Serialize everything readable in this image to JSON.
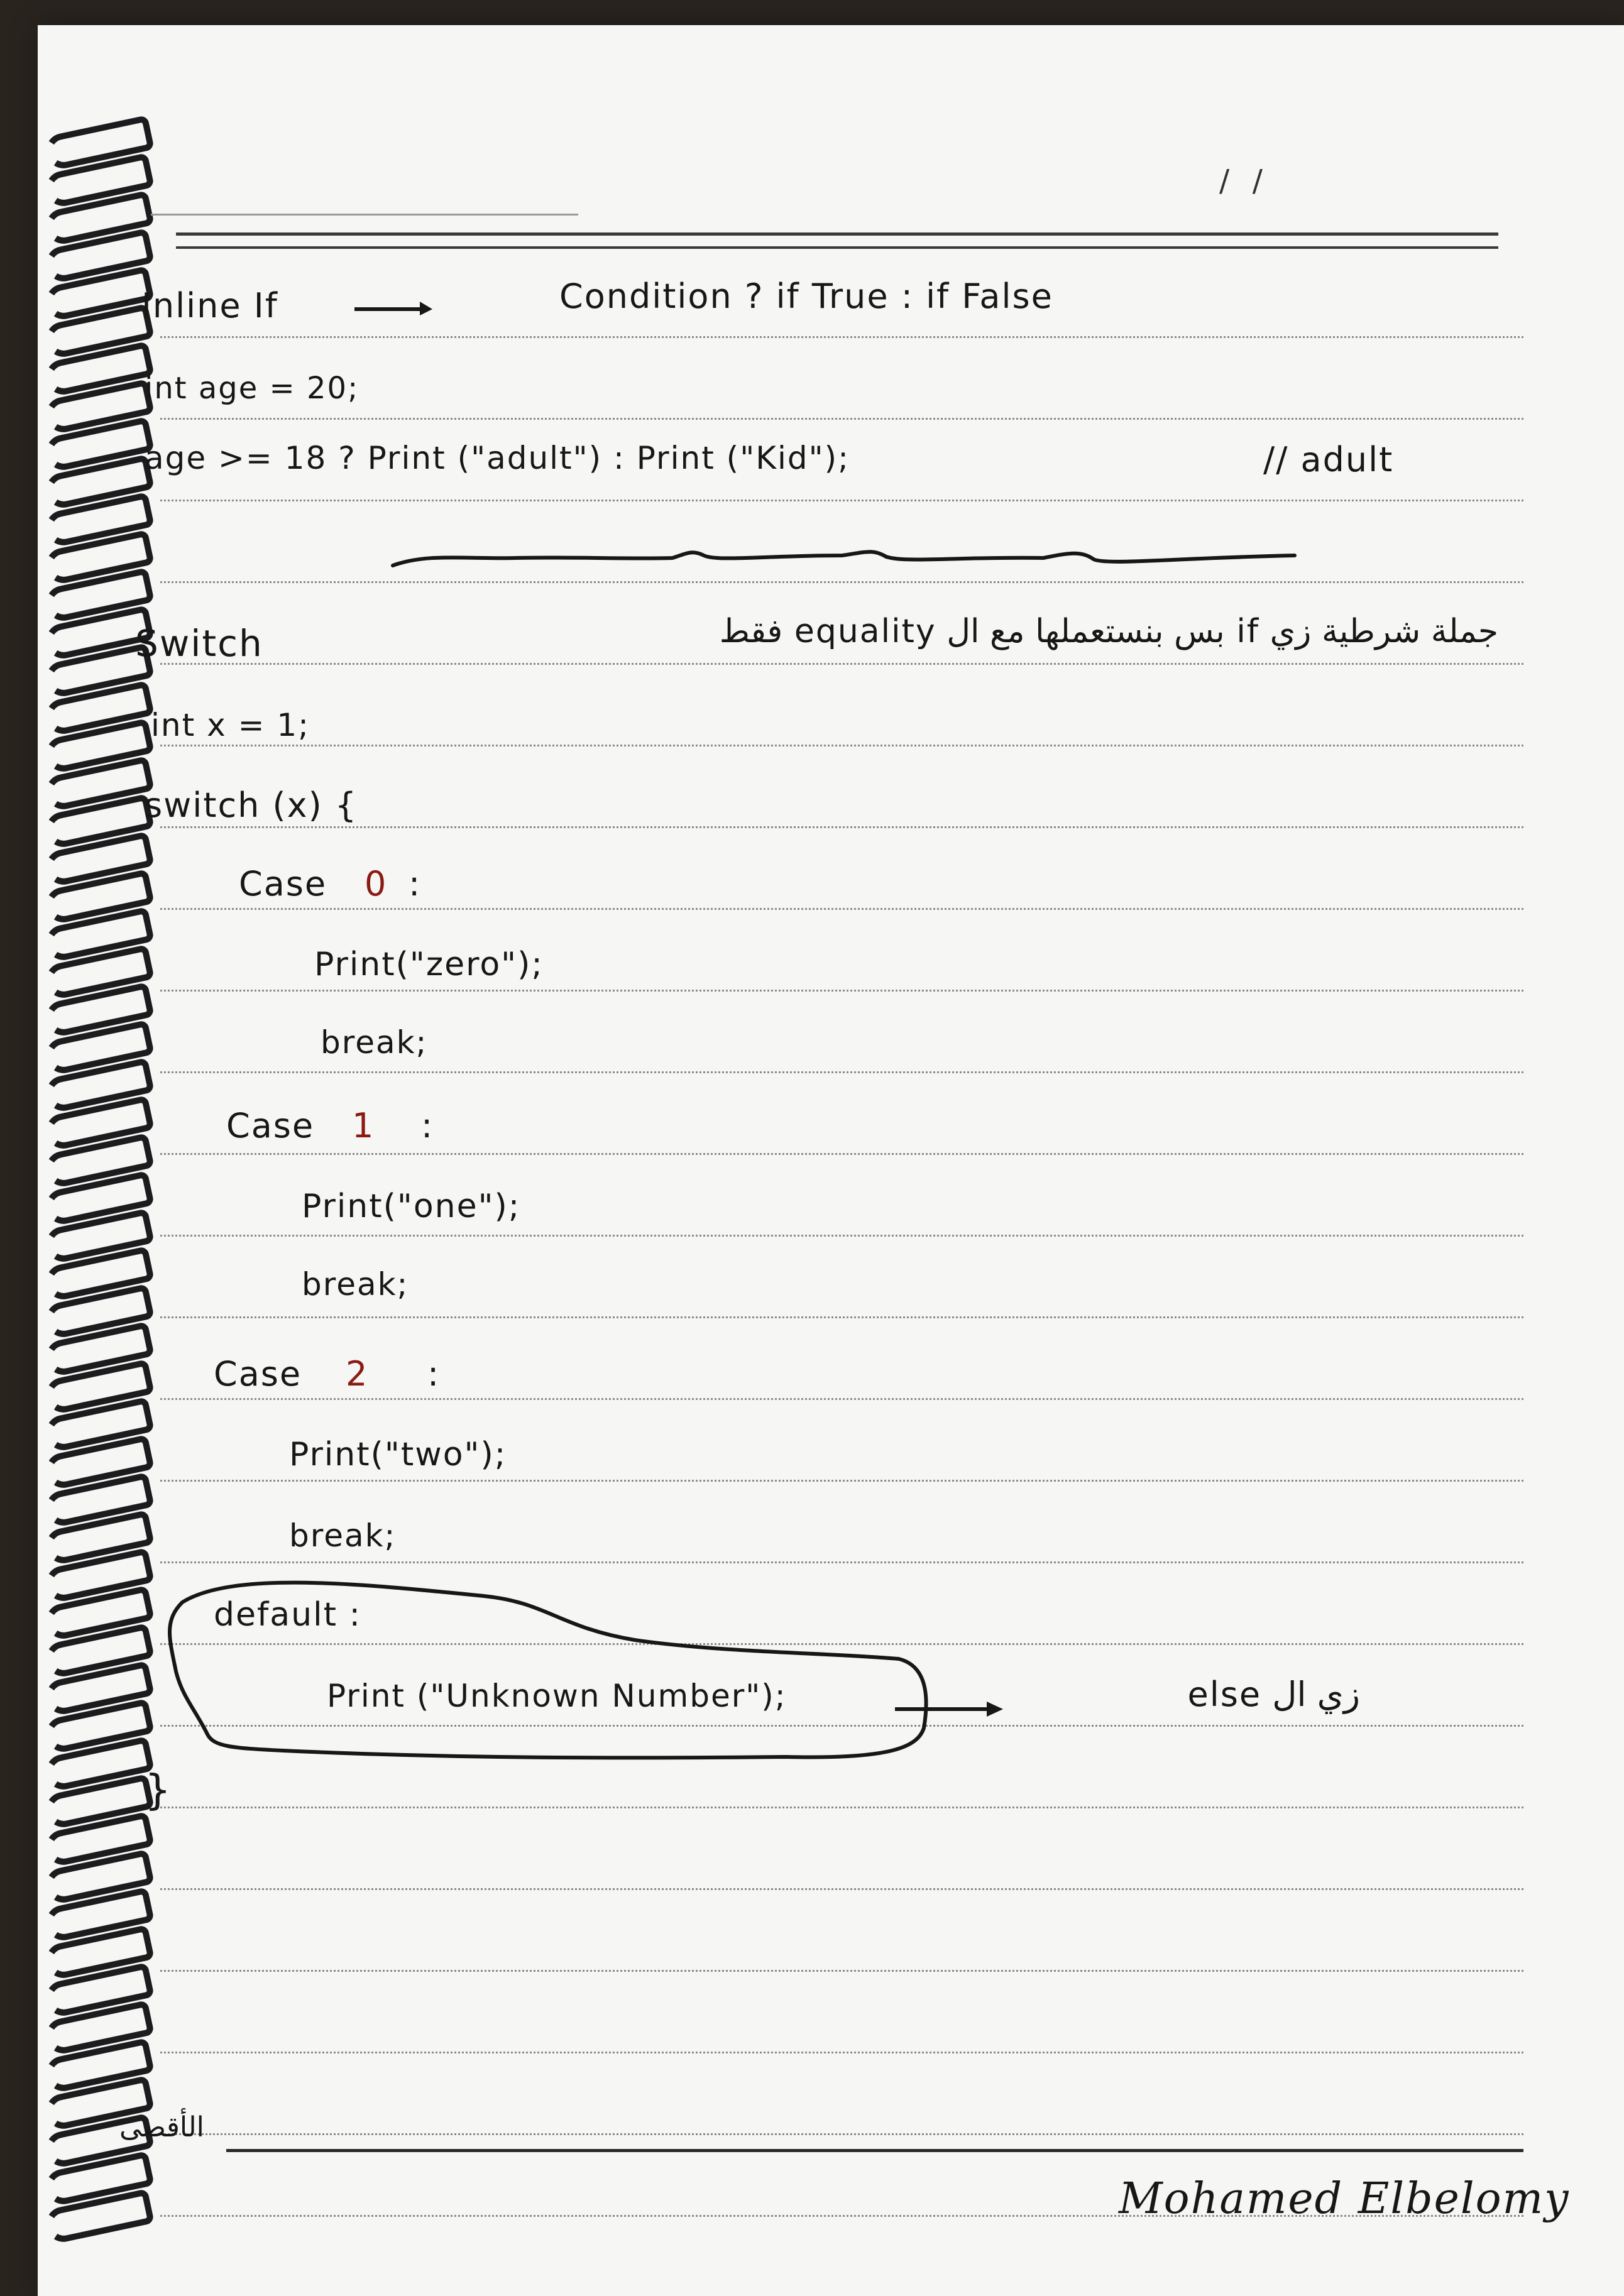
{
  "header": {
    "page_marks": "/  /"
  },
  "inline_if": {
    "label": "Inline If",
    "syntax": "Condition ? if True : if False",
    "declaration": "int age = 20;",
    "example": "age >= 18 ? Print (\"adult\") : Print (\"Kid\");",
    "comment": "// adult"
  },
  "switch_section": {
    "title": "Switch",
    "arabic_note": "جملة شرطية زي if بس بنستعملها مع ال equality فقط",
    "declaration": "int x = 1;",
    "open": "switch (x) {",
    "cases": [
      {
        "keyword": "Case",
        "value": "0",
        "colon": ":",
        "print": "Print(\"zero\");",
        "brk": "break;"
      },
      {
        "keyword": "Case",
        "value": "1",
        "colon": ":",
        "print": "Print(\"one\");",
        "brk": "break;"
      },
      {
        "keyword": "Case",
        "value": "2",
        "colon": ":",
        "print": "Print(\"two\");",
        "brk": "break;"
      }
    ],
    "default_label": "default :",
    "default_print": "Print (\"Unknown Number\");",
    "else_note": "زي ال else",
    "close": "}"
  },
  "footer": {
    "brand": "الأقصى",
    "signature": "Mohamed Elbelomy"
  },
  "colors": {
    "ink": "#171717",
    "red_ink": "#8b1b12",
    "paper": "#f6f6f4"
  }
}
